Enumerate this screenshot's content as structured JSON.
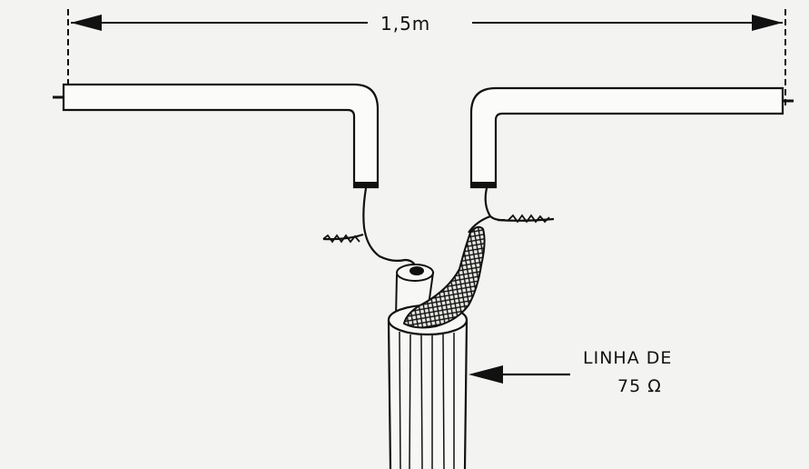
{
  "dimension": {
    "label": "1,5m"
  },
  "cable_label": {
    "line1": "LINHA DE",
    "line2": "75 Ω"
  }
}
